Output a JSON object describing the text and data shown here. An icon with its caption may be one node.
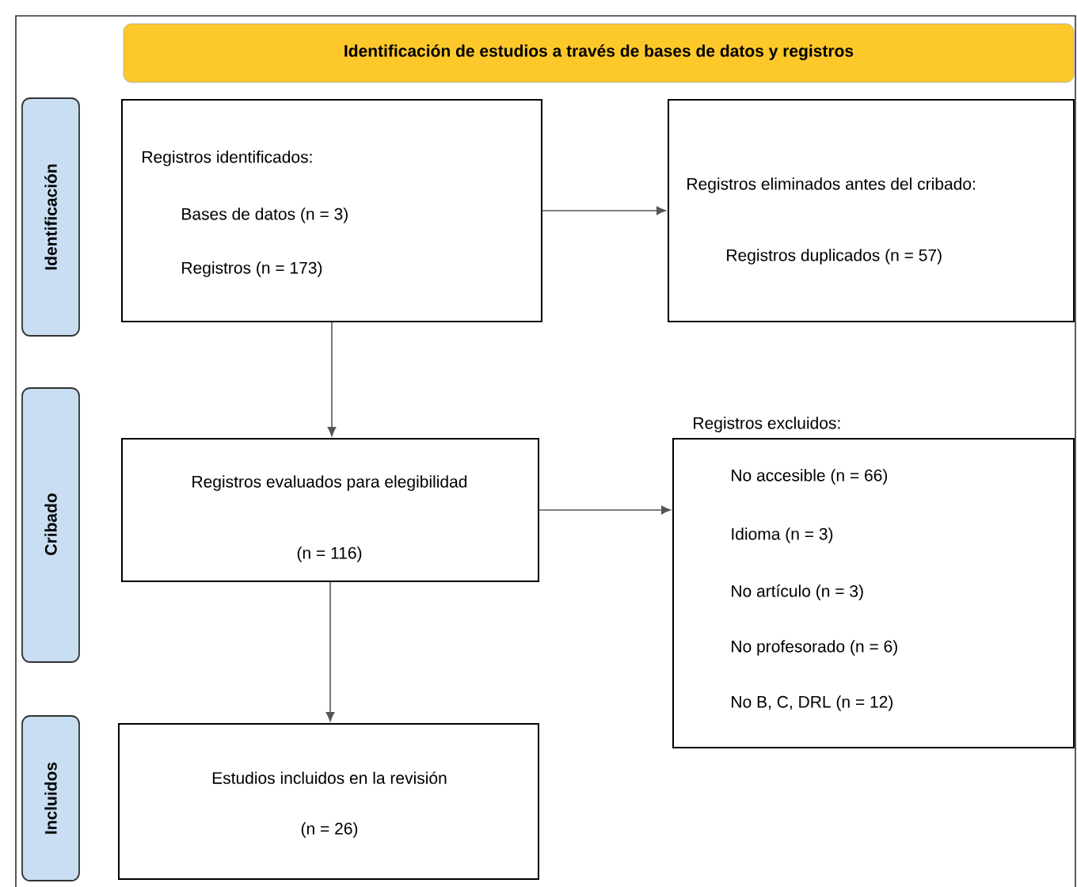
{
  "diagram": {
    "nodes": [
      {
        "text": [
          "Identificación de estudios a través de bases de datos y registros"
        ]
      },
      {
        "text": [
          "Identificación"
        ]
      },
      {
        "text": [
          "Cribado"
        ]
      },
      {
        "text": [
          "Incluidos"
        ]
      },
      {
        "text": [
          "Registros identificados:",
          "Bases de datos (n = 3)",
          "Registros (n = 173)"
        ]
      },
      {
        "text": [
          "Registros eliminados antes del cribado:",
          "Registros duplicados (n = 57)"
        ]
      },
      {
        "text": [
          "Registros evaluados para elegibilidad",
          "(n = 116)"
        ]
      },
      {
        "text": [
          "Registros excluidos:",
          "No accesible (n = 66)",
          "Idioma (n = 3)",
          "No artículo (n = 3)",
          "No profesorado (n = 6)",
          "No B, C, DRL (n = 12)"
        ]
      },
      {
        "text": [
          "Estudios incluidos en la revisión",
          "(n = 26)"
        ]
      }
    ],
    "edges": [
      {
        "from": 4,
        "to": 5,
        "arrow": "to"
      },
      {
        "from": 4,
        "to": 6,
        "arrow": "to"
      },
      {
        "from": 6,
        "to": 7,
        "arrow": "to"
      },
      {
        "from": 6,
        "to": 8,
        "arrow": "to"
      }
    ]
  }
}
